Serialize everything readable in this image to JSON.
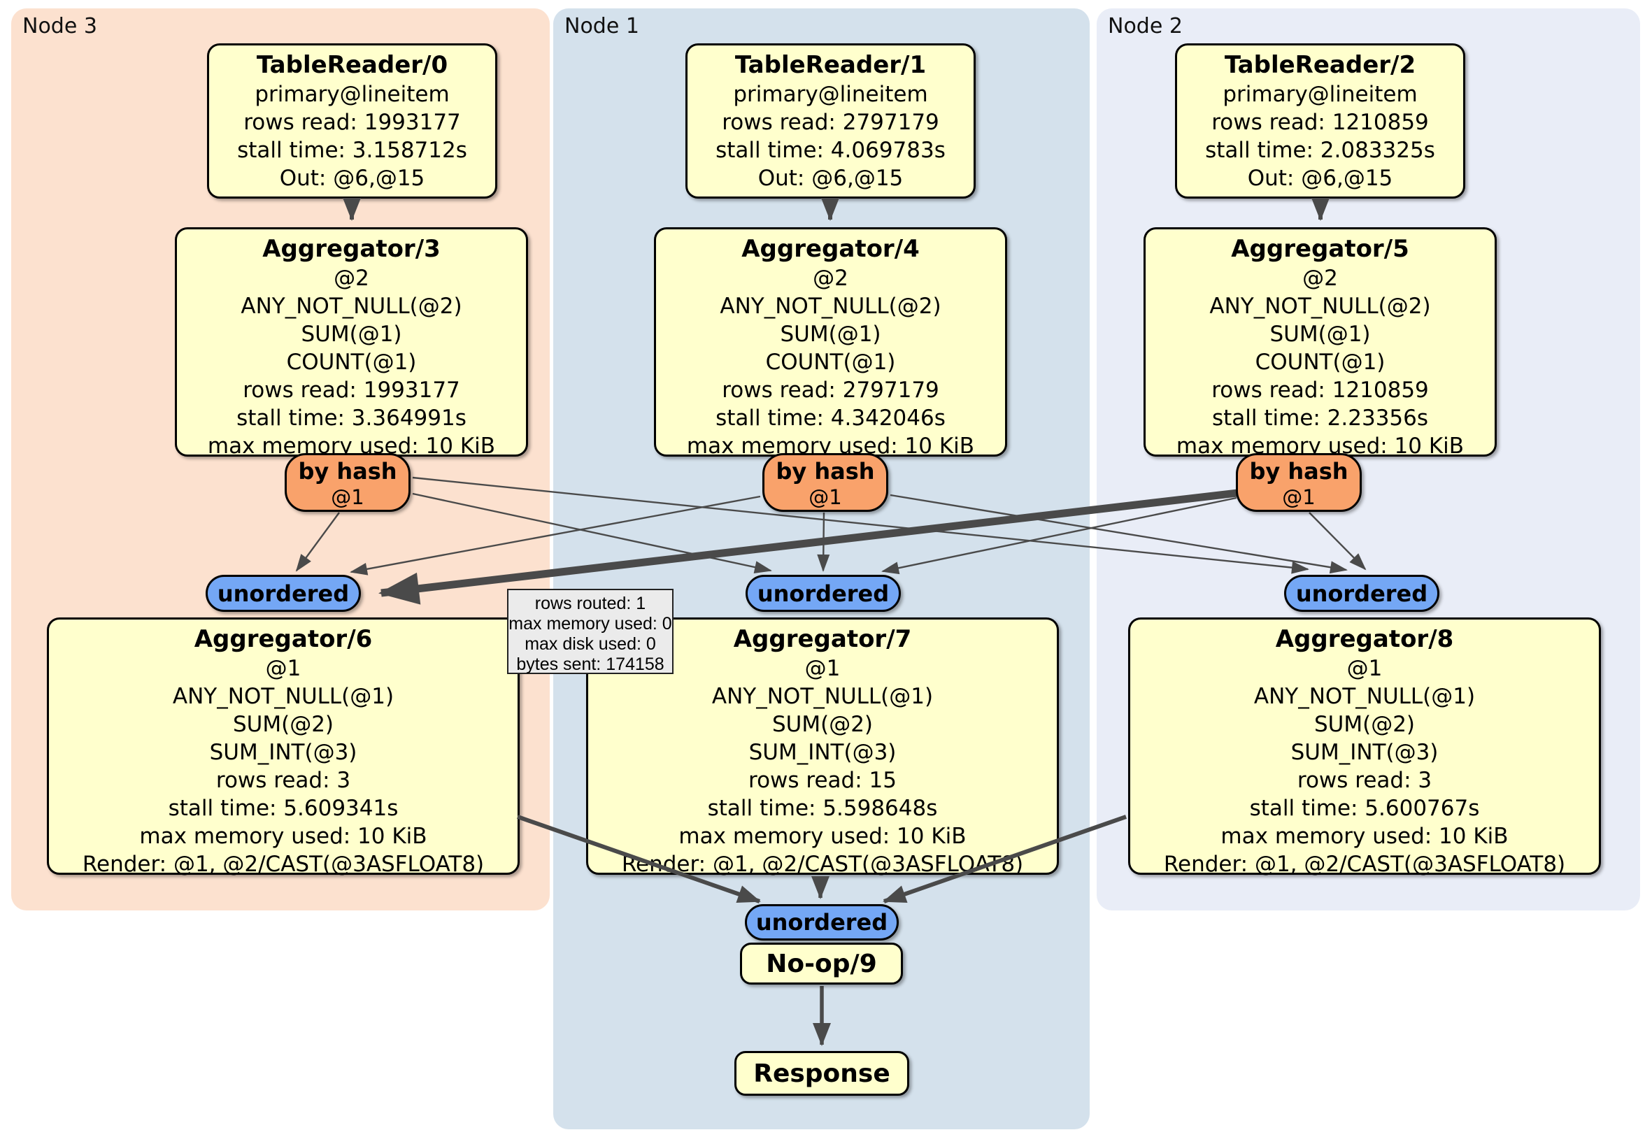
{
  "colors": {
    "node3_bg": "#fce1cf",
    "node1_bg": "#d4e1ec",
    "node2_bg": "#e9edf7",
    "box_bg": "#ffffcd",
    "router_bg": "#f9a26b",
    "stream_bg": "#74a7f5",
    "edge": "#4a4a4a",
    "tooltip_bg": "#ebebeb"
  },
  "panels": [
    {
      "label": "Node 3"
    },
    {
      "label": "Node 1"
    },
    {
      "label": "Node 2"
    }
  ],
  "boxes": {
    "tr0": {
      "title": "TableReader/0",
      "lines": [
        "primary@lineitem",
        "rows read: 1993177",
        "stall time: 3.158712s",
        "Out: @6,@15"
      ]
    },
    "tr1": {
      "title": "TableReader/1",
      "lines": [
        "primary@lineitem",
        "rows read: 2797179",
        "stall time: 4.069783s",
        "Out: @6,@15"
      ]
    },
    "tr2": {
      "title": "TableReader/2",
      "lines": [
        "primary@lineitem",
        "rows read: 1210859",
        "stall time: 2.083325s",
        "Out: @6,@15"
      ]
    },
    "agg3": {
      "title": "Aggregator/3",
      "lines": [
        "@2",
        "ANY_NOT_NULL(@2)",
        "SUM(@1)",
        "COUNT(@1)",
        "rows read: 1993177",
        "stall time: 3.364991s",
        "max memory used: 10 KiB"
      ]
    },
    "agg4": {
      "title": "Aggregator/4",
      "lines": [
        "@2",
        "ANY_NOT_NULL(@2)",
        "SUM(@1)",
        "COUNT(@1)",
        "rows read: 2797179",
        "stall time: 4.342046s",
        "max memory used: 10 KiB"
      ]
    },
    "agg5": {
      "title": "Aggregator/5",
      "lines": [
        "@2",
        "ANY_NOT_NULL(@2)",
        "SUM(@1)",
        "COUNT(@1)",
        "rows read: 1210859",
        "stall time: 2.23356s",
        "max memory used: 10 KiB"
      ]
    },
    "agg6": {
      "title": "Aggregator/6",
      "lines": [
        "@1",
        "ANY_NOT_NULL(@1)",
        "SUM(@2)",
        "SUM_INT(@3)",
        "rows read: 3",
        "stall time: 5.609341s",
        "max memory used: 10 KiB",
        "Render: @1, @2/CAST(@3ASFLOAT8)"
      ]
    },
    "agg7": {
      "title": "Aggregator/7",
      "lines": [
        "@1",
        "ANY_NOT_NULL(@1)",
        "SUM(@2)",
        "SUM_INT(@3)",
        "rows read: 15",
        "stall time: 5.598648s",
        "max memory used: 10 KiB",
        "Render: @1, @2/CAST(@3ASFLOAT8)"
      ]
    },
    "agg8": {
      "title": "Aggregator/8",
      "lines": [
        "@1",
        "ANY_NOT_NULL(@1)",
        "SUM(@2)",
        "SUM_INT(@3)",
        "rows read: 3",
        "stall time: 5.600767s",
        "max memory used: 10 KiB",
        "Render: @1, @2/CAST(@3ASFLOAT8)"
      ]
    },
    "noop": {
      "title": "No-op/9"
    },
    "response": {
      "title": "Response"
    }
  },
  "router": {
    "label": "by hash",
    "key": "@1"
  },
  "stream": {
    "label": "unordered"
  },
  "tooltip": {
    "lines": [
      "rows routed: 1",
      "max memory used: 0",
      "max disk used: 0",
      "bytes sent: 174158"
    ]
  }
}
